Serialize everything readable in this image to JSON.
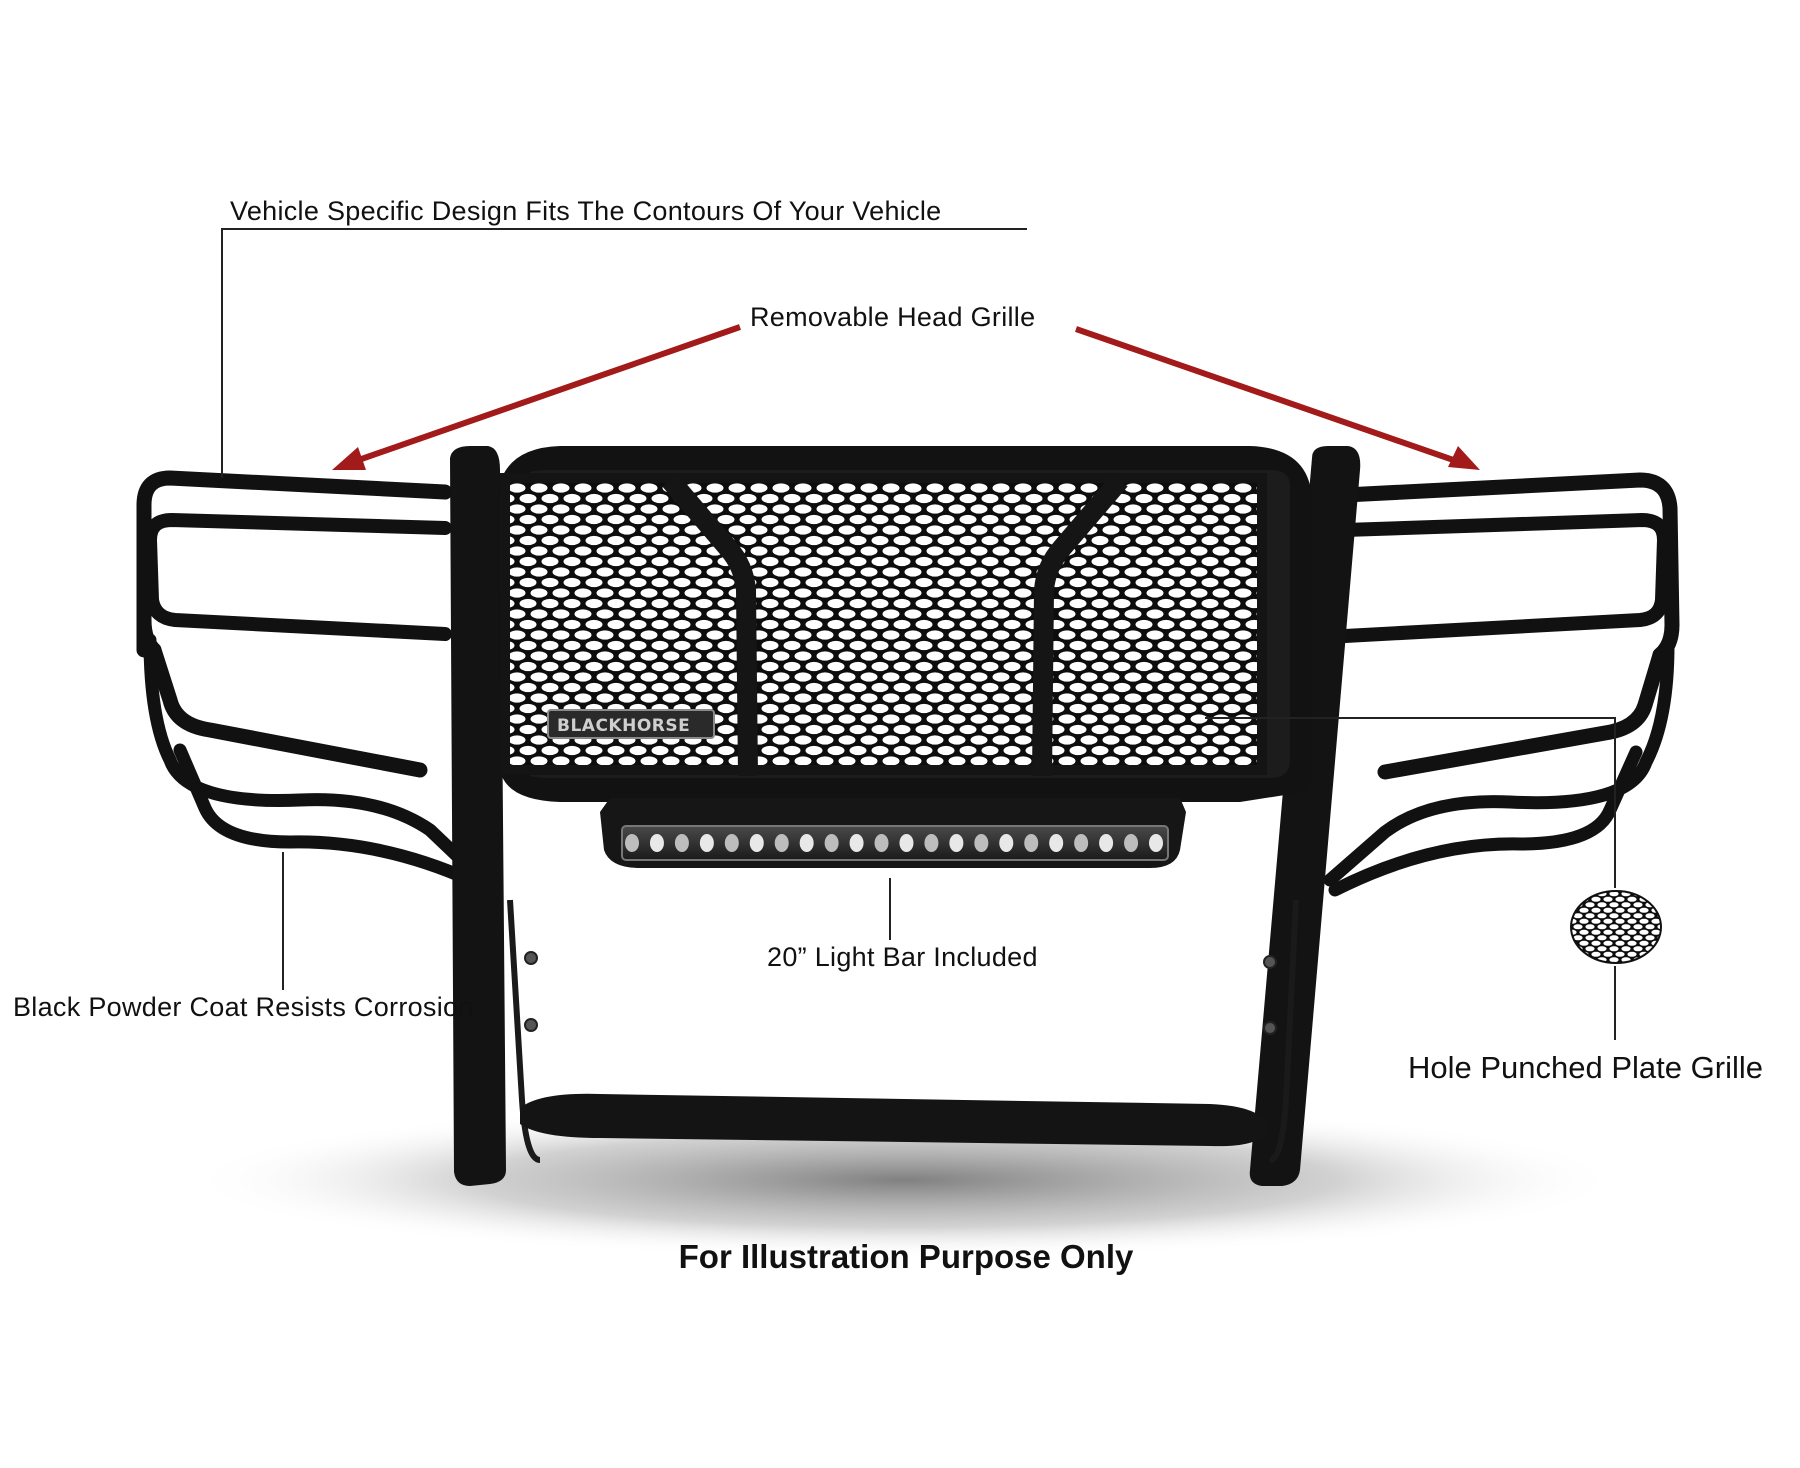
{
  "callouts": {
    "vehicle_specific": "Vehicle Specific Design Fits The Contours Of Your Vehicle",
    "removable_head_grille": "Removable Head Grille",
    "light_bar": "20” Light Bar Included",
    "powder_coat": "Black Powder Coat Resists Corrosion",
    "hole_punched": "Hole Punched Plate Grille"
  },
  "brand_logo": "BLACKHORSE",
  "footer": "For Illustration Purpose Only",
  "colors": {
    "arrow": "#a31a1a",
    "steel": "#111111",
    "background": "#ffffff"
  }
}
